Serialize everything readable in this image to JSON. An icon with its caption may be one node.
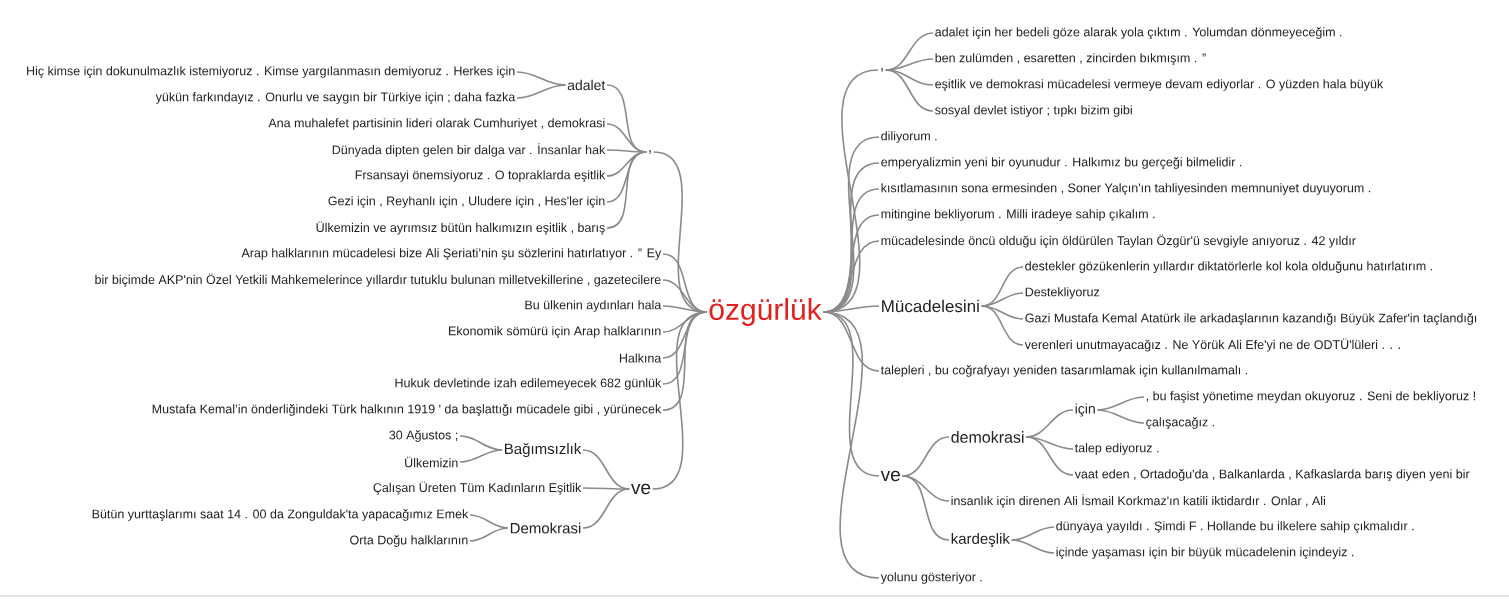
{
  "diagram": {
    "nodes": [
      {
        "text": [
          "özgürlük"
        ]
      },
      {
        "text": [
          ","
        ]
      },
      {
        "text": [
          "adalet"
        ]
      },
      {
        "text": [
          "Hiç kimse için dokunulmazlık istemiyoruz . Kimse yargılanmasın demiyoruz . Herkes için"
        ]
      },
      {
        "text": [
          "yükün farkındayız . Onurlu ve saygın bir Türkiye için ; daha fazka"
        ]
      },
      {
        "text": [
          "Ana muhalefet partisinin lideri olarak Cumhuriyet , demokrasi"
        ]
      },
      {
        "text": [
          "Dünyada dipten gelen bir dalga var . İnsanlar hak"
        ]
      },
      {
        "text": [
          "Frsansayi önemsiyoruz . O topraklarda eşitlik"
        ]
      },
      {
        "text": [
          "Gezi için , Reyhanlı için , Uludere için , Hes'ler için"
        ]
      },
      {
        "text": [
          "Ülkemizin ve ayrımsız bütün halkımızın eşitlik , barış"
        ]
      },
      {
        "text": [
          "Arap halklarının mücadelesi bize Ali Şeriati’nin şu sözlerini hatırlatıyor . ” Ey"
        ]
      },
      {
        "text": [
          "bir biçimde AKP'nin Özel Yetkili Mahkemelerince yıllardır tutuklu bulunan milletvekillerine , gazetecilere"
        ]
      },
      {
        "text": [
          "Bu ülkenin aydınları hala"
        ]
      },
      {
        "text": [
          "Ekonomik sömürü için Arap halklarının"
        ]
      },
      {
        "text": [
          "Halkına"
        ]
      },
      {
        "text": [
          "Hukuk devletinde izah edilemeyecek 682 günlük"
        ]
      },
      {
        "text": [
          "Mustafa Kemal’in önderliğindeki Türk halkının 1919 ' da başlattığı mücadele gibi , yürünecek"
        ]
      },
      {
        "text": [
          "ve"
        ]
      },
      {
        "text": [
          "Bağımsızlık"
        ]
      },
      {
        "text": [
          "30 Ağustos ;"
        ]
      },
      {
        "text": [
          "Ülkemizin"
        ]
      },
      {
        "text": [
          "Çalışan Üreten Tüm Kadınların Eşitlik"
        ]
      },
      {
        "text": [
          "Demokrasi"
        ]
      },
      {
        "text": [
          "Bütün yurttaşlarımı saat 14 . 00 da Zonguldak'ta yapacağımız Emek"
        ]
      },
      {
        "text": [
          "Orta Doğu halklarının"
        ]
      },
      {
        "text": [
          ","
        ]
      },
      {
        "text": [
          "adalet için her bedeli göze alarak yola çıktım . Yolumdan dönmeyeceğim ."
        ]
      },
      {
        "text": [
          "ben zulümden , esaretten , zincirden bıkmışım . ”"
        ]
      },
      {
        "text": [
          "eşitlik ve demokrasi mücadelesi vermeye devam ediyorlar . O yüzden hala büyük"
        ]
      },
      {
        "text": [
          "sosyal devlet istiyor ; tıpkı bizim gibi"
        ]
      },
      {
        "text": [
          "diliyorum ."
        ]
      },
      {
        "text": [
          "emperyalizmin yeni bir oyunudur . Halkımız bu gerçeği bilmelidir ."
        ]
      },
      {
        "text": [
          "kısıtlamasının sona ermesinden , Soner Yalçın'ın tahliyesinden memnuniyet duyuyorum ."
        ]
      },
      {
        "text": [
          "mitingine bekliyorum . Milli iradeye sahip çıkalım ."
        ]
      },
      {
        "text": [
          "mücadelesinde öncü olduğu için öldürülen Taylan Özgür'ü sevgiyle anıyoruz . 42 yıldır"
        ]
      },
      {
        "text": [
          "Mücadelesini"
        ]
      },
      {
        "text": [
          "destekler gözükenlerin yıllardır diktatörlerle kol kola olduğunu hatırlatırım ."
        ]
      },
      {
        "text": [
          "Destekliyoruz"
        ]
      },
      {
        "text": [
          "Gazi Mustafa Kemal Atatürk ile arkadaşlarının kazandığı Büyük Zafer'in taçlandığı"
        ]
      },
      {
        "text": [
          "verenleri unutmayacağız . Ne Yörük Ali Efe'yi ne de ODTÜ'lüleri . . ."
        ]
      },
      {
        "text": [
          "talepleri , bu coğrafyayı yeniden tasarımlamak için kullanılmamalı ."
        ]
      },
      {
        "text": [
          "ve"
        ]
      },
      {
        "text": [
          "demokrasi"
        ]
      },
      {
        "text": [
          "için"
        ]
      },
      {
        "text": [
          ", bu faşist yönetime meydan okuyoruz . Seni de bekliyoruz !"
        ]
      },
      {
        "text": [
          "çalışacağız ."
        ]
      },
      {
        "text": [
          "talep ediyoruz ."
        ]
      },
      {
        "text": [
          "vaat eden , Ortadoğu'da , Balkanlarda , Kafkaslarda barış diyen yeni bir"
        ]
      },
      {
        "text": [
          "insanlık için direnen Ali İsmail Korkmaz'ın katili iktidardır . Onlar , Ali"
        ]
      },
      {
        "text": [
          "kardeşlik"
        ]
      },
      {
        "text": [
          "dünyaya yayıldı . Şimdi F . Hollande bu ilkelere sahip çıkmalıdır ."
        ]
      },
      {
        "text": [
          "içinde yaşaması için bir büyük mücadelenin içindeyiz ."
        ]
      },
      {
        "text": [
          "yolunu gösteriyor ."
        ]
      }
    ],
    "edges": [
      {
        "from": 0,
        "to": 1,
        "arrow": "none"
      },
      {
        "from": 1,
        "to": 2,
        "arrow": "none"
      },
      {
        "from": 2,
        "to": 3,
        "arrow": "none"
      },
      {
        "from": 2,
        "to": 4,
        "arrow": "none"
      },
      {
        "from": 1,
        "to": 5,
        "arrow": "none"
      },
      {
        "from": 1,
        "to": 6,
        "arrow": "none"
      },
      {
        "from": 1,
        "to": 7,
        "arrow": "none"
      },
      {
        "from": 1,
        "to": 8,
        "arrow": "none"
      },
      {
        "from": 1,
        "to": 9,
        "arrow": "none"
      },
      {
        "from": 0,
        "to": 10,
        "arrow": "none"
      },
      {
        "from": 0,
        "to": 11,
        "arrow": "none"
      },
      {
        "from": 0,
        "to": 12,
        "arrow": "none"
      },
      {
        "from": 0,
        "to": 13,
        "arrow": "none"
      },
      {
        "from": 0,
        "to": 14,
        "arrow": "none"
      },
      {
        "from": 0,
        "to": 15,
        "arrow": "none"
      },
      {
        "from": 0,
        "to": 16,
        "arrow": "none"
      },
      {
        "from": 0,
        "to": 17,
        "arrow": "none"
      },
      {
        "from": 17,
        "to": 18,
        "arrow": "none"
      },
      {
        "from": 18,
        "to": 19,
        "arrow": "none"
      },
      {
        "from": 18,
        "to": 20,
        "arrow": "none"
      },
      {
        "from": 17,
        "to": 21,
        "arrow": "none"
      },
      {
        "from": 17,
        "to": 22,
        "arrow": "none"
      },
      {
        "from": 22,
        "to": 23,
        "arrow": "none"
      },
      {
        "from": 22,
        "to": 24,
        "arrow": "none"
      },
      {
        "from": 0,
        "to": 25,
        "arrow": "none"
      },
      {
        "from": 25,
        "to": 26,
        "arrow": "none"
      },
      {
        "from": 25,
        "to": 27,
        "arrow": "none"
      },
      {
        "from": 25,
        "to": 28,
        "arrow": "none"
      },
      {
        "from": 25,
        "to": 29,
        "arrow": "none"
      },
      {
        "from": 0,
        "to": 30,
        "arrow": "none"
      },
      {
        "from": 0,
        "to": 31,
        "arrow": "none"
      },
      {
        "from": 0,
        "to": 32,
        "arrow": "none"
      },
      {
        "from": 0,
        "to": 33,
        "arrow": "none"
      },
      {
        "from": 0,
        "to": 34,
        "arrow": "none"
      },
      {
        "from": 0,
        "to": 35,
        "arrow": "none"
      },
      {
        "from": 35,
        "to": 36,
        "arrow": "none"
      },
      {
        "from": 35,
        "to": 37,
        "arrow": "none"
      },
      {
        "from": 35,
        "to": 38,
        "arrow": "none"
      },
      {
        "from": 35,
        "to": 39,
        "arrow": "none"
      },
      {
        "from": 0,
        "to": 40,
        "arrow": "none"
      },
      {
        "from": 0,
        "to": 41,
        "arrow": "none"
      },
      {
        "from": 41,
        "to": 42,
        "arrow": "none"
      },
      {
        "from": 42,
        "to": 43,
        "arrow": "none"
      },
      {
        "from": 43,
        "to": 44,
        "arrow": "none"
      },
      {
        "from": 43,
        "to": 45,
        "arrow": "none"
      },
      {
        "from": 42,
        "to": 46,
        "arrow": "none"
      },
      {
        "from": 42,
        "to": 47,
        "arrow": "none"
      },
      {
        "from": 41,
        "to": 48,
        "arrow": "none"
      },
      {
        "from": 41,
        "to": 49,
        "arrow": "none"
      },
      {
        "from": 49,
        "to": 50,
        "arrow": "none"
      },
      {
        "from": 49,
        "to": 51,
        "arrow": "none"
      },
      {
        "from": 0,
        "to": 52,
        "arrow": "none"
      }
    ]
  }
}
